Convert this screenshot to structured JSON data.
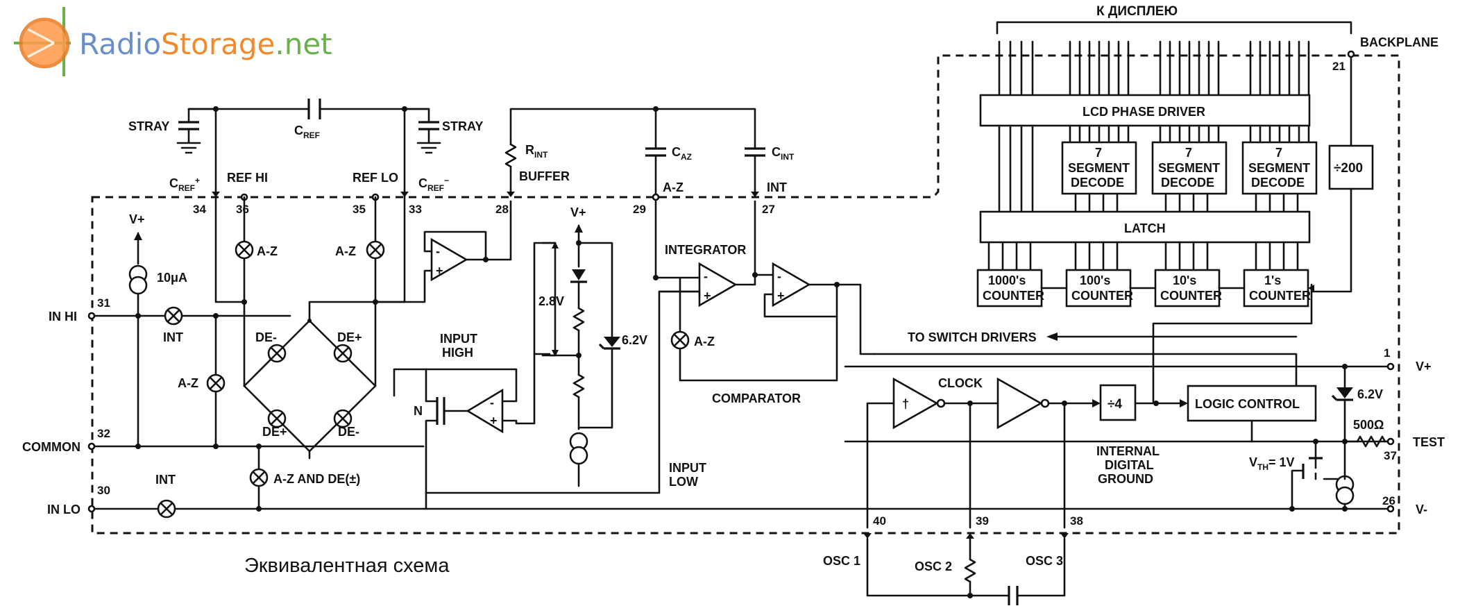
{
  "watermark": {
    "brand_left": "Radio",
    "brand_mid": "Storage",
    "brand_right": ".net",
    "color_radio": "#6a8fc8",
    "color_storage": "#f08a2c",
    "color_net": "#6ab04c"
  },
  "caption": "Эквивалентная схема",
  "labels": {
    "to_display": "К ДИСПЛЕЮ",
    "backplane": "BACKPLANE",
    "lcd_phase_driver": "LCD PHASE DRIVER",
    "seg_num": "7",
    "seg_l1": "SEGMENT",
    "seg_l2": "DECODE",
    "div200": "÷200",
    "latch": "LATCH",
    "cnt_1000": "1000's",
    "cnt_100": "100's",
    "cnt_10": "10's",
    "cnt_1": "1's",
    "counter": "COUNTER",
    "stray_left": "STRAY",
    "stray_right": "STRAY",
    "cref_main": "C",
    "cref_sub": "REF",
    "cref_plus_main": "C",
    "cref_plus_sub": "REF",
    "cref_plus_sup": "+",
    "cref_minus_main": "C",
    "cref_minus_sub": "REF",
    "cref_minus_sup": "−",
    "ref_hi": "REF HI",
    "ref_lo": "REF LO",
    "rint_main": "R",
    "rint_sub": "INT",
    "buffer": "BUFFER",
    "caz_main": "C",
    "caz_sub": "AZ",
    "cint_main": "C",
    "cint_sub": "INT",
    "az_pin": "A-Z",
    "int_pin": "INT",
    "v_plus": "V+",
    "i_10ua": "10μA",
    "az": "A-Z",
    "in_hi": "IN HI",
    "int_sw": "INT",
    "de_minus": "DE-",
    "de_plus": "DE+",
    "common": "COMMON",
    "in_lo": "IN LO",
    "az_de": "A-Z AND DE(±)",
    "input_high_1": "INPUT",
    "input_high_2": "HIGH",
    "n_label": "N",
    "v28": "2.8V",
    "v62": "6.2V",
    "integrator": "INTEGRATOR",
    "comparator": "COMPARATOR",
    "input_low_1": "INPUT",
    "input_low_2": "LOW",
    "to_switch": "TO SWITCH DRIVERS",
    "clock": "CLOCK",
    "div4": "÷4",
    "logic_control": "LOGIC CONTROL",
    "internal_1": "INTERNAL",
    "internal_2": "DIGITAL",
    "internal_3": "GROUND",
    "vp_right": "V+",
    "v62_right": "6.2V",
    "r500": "500Ω",
    "test": "TEST",
    "vth_main": "V",
    "vth_sub": "TH",
    "vth_val": "= 1V",
    "vminus": "V-",
    "osc1": "OSC 1",
    "osc2": "OSC 2",
    "osc3": "OSC 3"
  },
  "pins": {
    "p21": "21",
    "p34": "34",
    "p36": "36",
    "p35": "35",
    "p33": "33",
    "p28": "28",
    "p29": "29",
    "p27": "27",
    "p31": "31",
    "p32": "32",
    "p30": "30",
    "p1": "1",
    "p37": "37",
    "p26": "26",
    "p40": "40",
    "p39": "39",
    "p38": "38"
  }
}
